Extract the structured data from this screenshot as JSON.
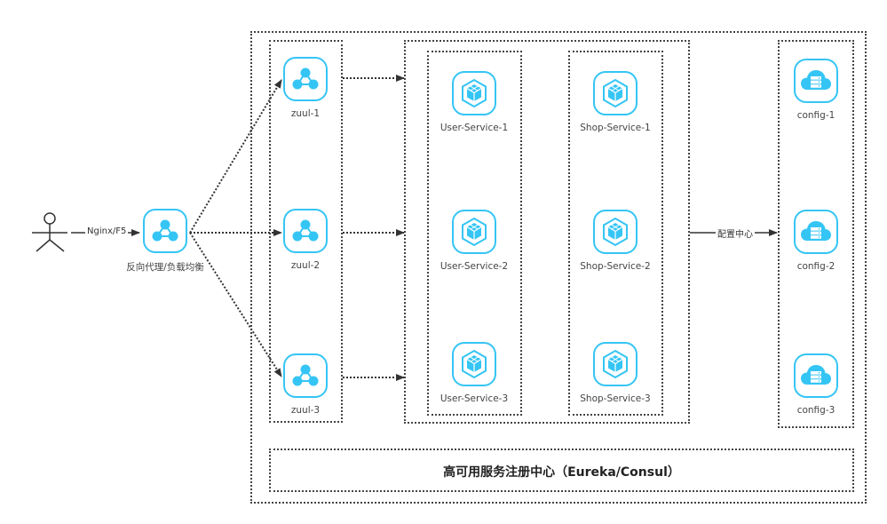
{
  "colors": {
    "accent": "#35c5f4",
    "border": "#444444",
    "text": "#444444"
  },
  "user": {
    "icon": "actor-icon"
  },
  "entry_edge_label": "Nginx/F5",
  "load_balancer": {
    "label": "反向代理/负载均衡",
    "icon": "network-icon"
  },
  "gateways": [
    {
      "label": "zuul-1",
      "icon": "network-icon"
    },
    {
      "label": "zuul-2",
      "icon": "network-icon"
    },
    {
      "label": "zuul-3",
      "icon": "network-icon"
    }
  ],
  "user_services": [
    {
      "label": "User-Service-1",
      "icon": "service-cube-icon"
    },
    {
      "label": "User-Service-2",
      "icon": "service-cube-icon"
    },
    {
      "label": "User-Service-3",
      "icon": "service-cube-icon"
    }
  ],
  "shop_services": [
    {
      "label": "Shop-Service-1",
      "icon": "service-cube-icon"
    },
    {
      "label": "Shop-Service-2",
      "icon": "service-cube-icon"
    },
    {
      "label": "Shop-Service-3",
      "icon": "service-cube-icon"
    }
  ],
  "config_edge_label": "配置中心",
  "configs": [
    {
      "label": "config-1",
      "icon": "cloud-server-icon"
    },
    {
      "label": "config-2",
      "icon": "cloud-server-icon"
    },
    {
      "label": "config-3",
      "icon": "cloud-server-icon"
    }
  ],
  "registry": {
    "label": "高可用服务注册中心（Eureka/Consul）"
  }
}
